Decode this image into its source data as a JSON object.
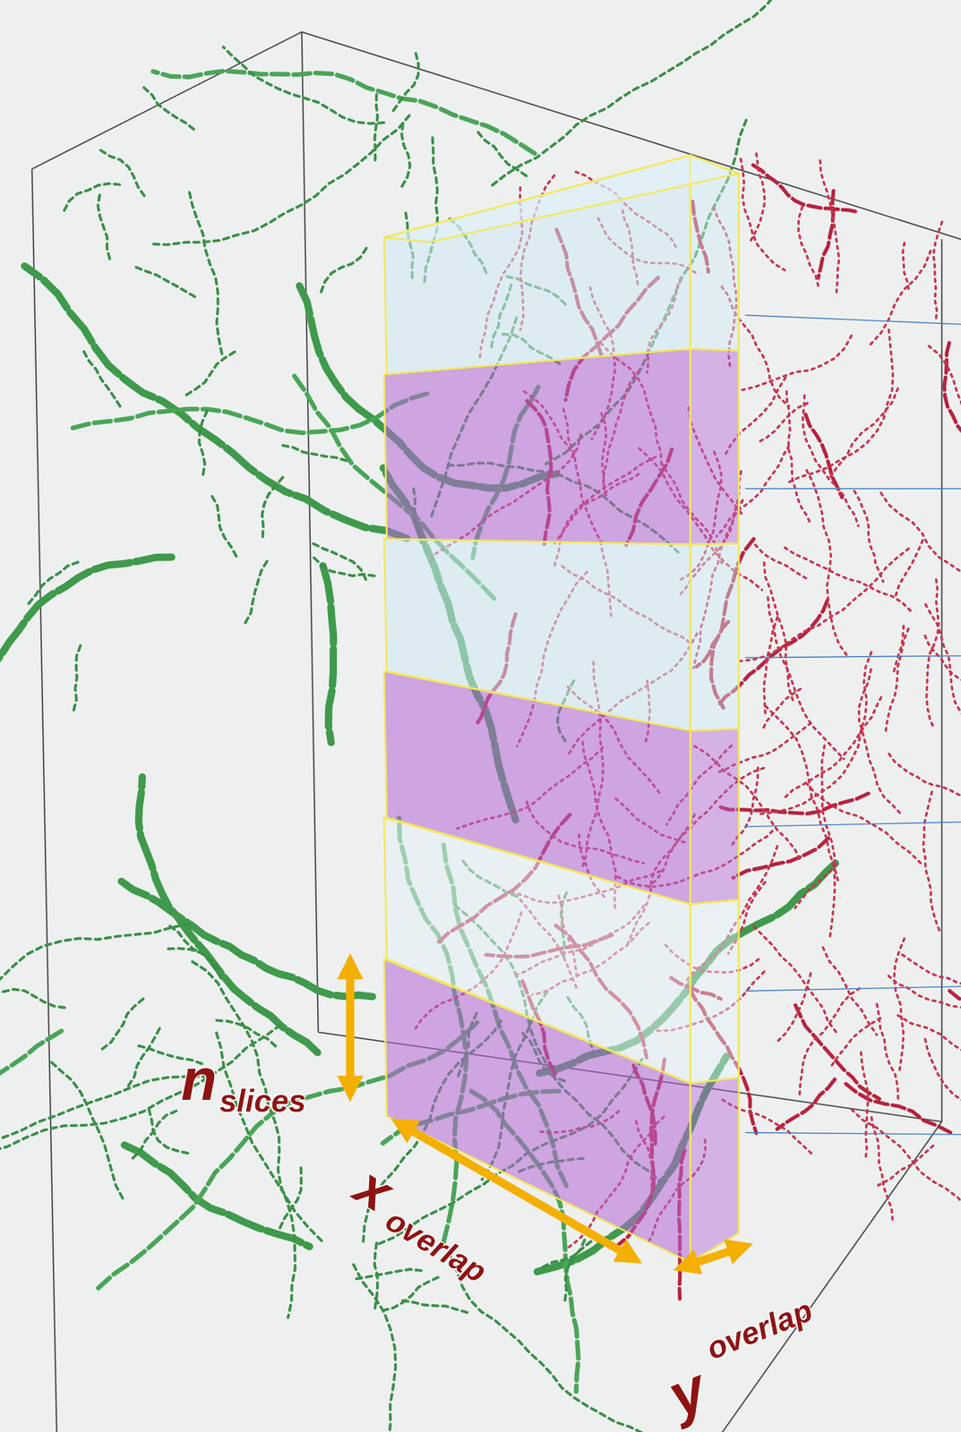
{
  "diagram": {
    "labels": [
      "n",
      "slices",
      "x",
      "overlap",
      "y",
      "overlap"
    ]
  }
}
